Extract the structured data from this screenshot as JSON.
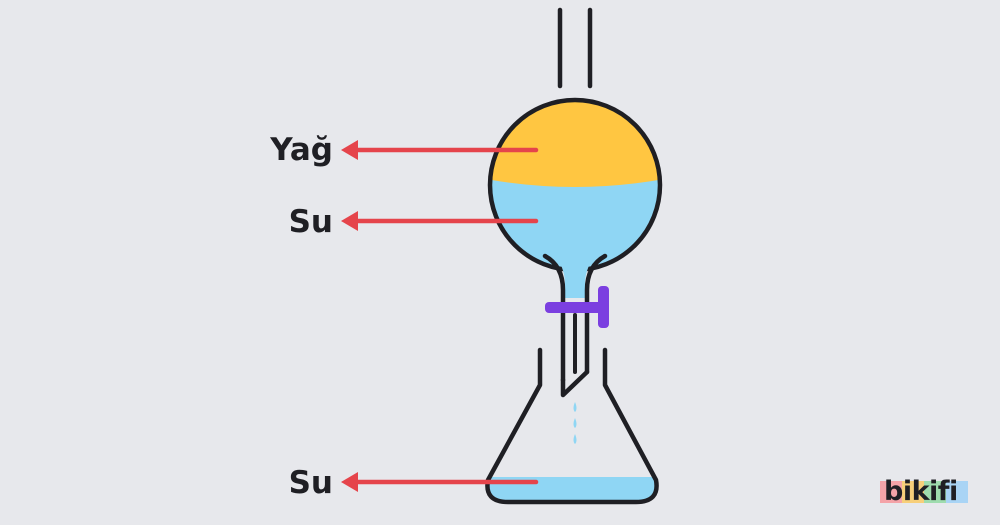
{
  "labels": {
    "oil": "Yağ",
    "water_funnel": "Su",
    "water_flask": "Su"
  },
  "logo": {
    "text": "bikifi"
  },
  "colors": {
    "background": "#e7e8ec",
    "oil": "#ffc641",
    "water": "#8fd6f4",
    "outline": "#1f1f24",
    "arrow": "#e5444b",
    "stopcock": "#7b3fe0",
    "logo_stripes": [
      "#f4a3a8",
      "#f7cf7a",
      "#9fdcae",
      "#a9d4f5"
    ]
  }
}
